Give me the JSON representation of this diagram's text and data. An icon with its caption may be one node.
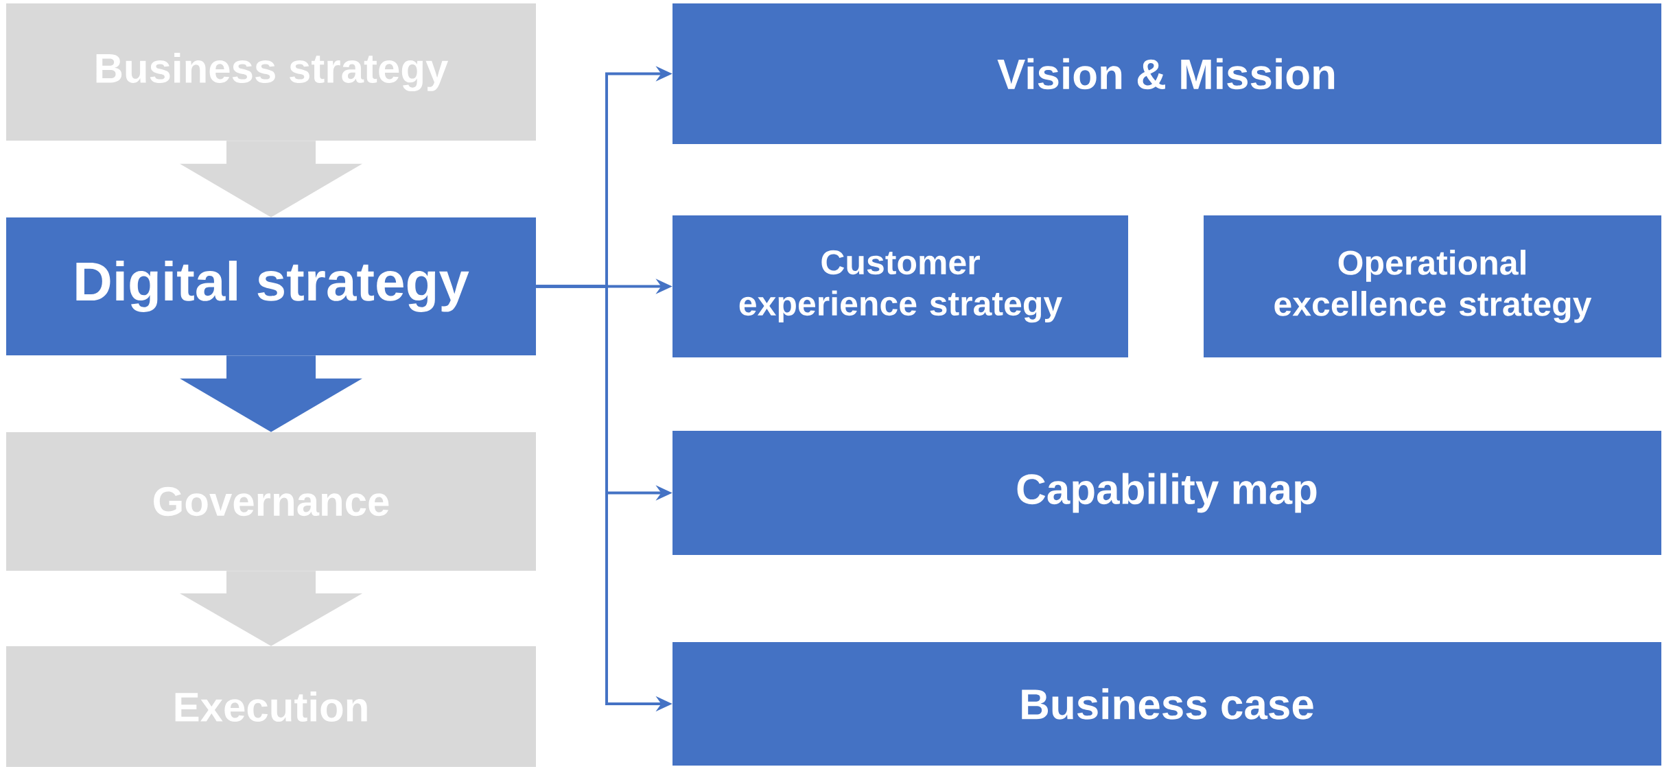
{
  "diagram": {
    "nodes": [
      {
        "text": [
          "Business strategy"
        ]
      },
      {
        "text": [
          "Digital strategy"
        ]
      },
      {
        "text": [
          "Governance"
        ]
      },
      {
        "text": [
          "Execution"
        ]
      },
      {
        "text": [
          "Vision & Mission"
        ]
      },
      {
        "text": [
          "Customer experience strategy"
        ]
      },
      {
        "text": [
          "Operational excellence strategy"
        ]
      },
      {
        "text": [
          "Capability map"
        ]
      },
      {
        "text": [
          "Business case"
        ]
      }
    ],
    "edges": [
      {
        "from": 0,
        "to": 1,
        "arrow": "to",
        "style": "thick",
        "color": "#d9d9d9"
      },
      {
        "from": 1,
        "to": 2,
        "arrow": "to",
        "style": "thick"
      },
      {
        "from": 2,
        "to": 3,
        "arrow": "to",
        "style": "thick",
        "color": "#d9d9d9"
      },
      {
        "from": 1,
        "to": 4,
        "arrow": "to"
      },
      {
        "from": 1,
        "to": 5,
        "arrow": "to"
      },
      {
        "from": 1,
        "to": 7,
        "arrow": "to"
      },
      {
        "from": 1,
        "to": 8,
        "arrow": "to"
      }
    ]
  }
}
